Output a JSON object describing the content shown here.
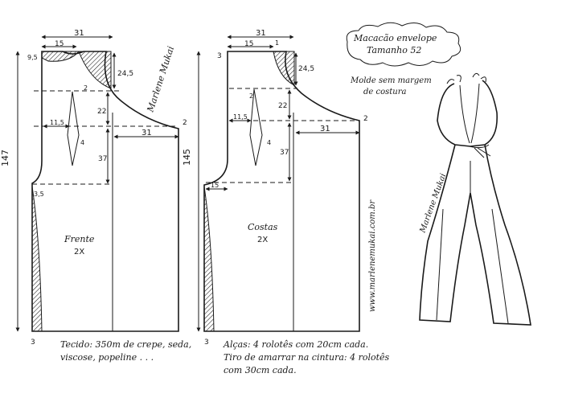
{
  "title": {
    "line1": "Macacão envelope",
    "line2": "Tamanho 52"
  },
  "subtitle": {
    "line1": "Molde sem margem",
    "line2": "de costura"
  },
  "front": {
    "name": "Frente",
    "count": "2X",
    "dims": {
      "top_width": "31",
      "neck_width": "15",
      "neck_drop": "9,5",
      "strap_drop": "24,5",
      "bust_drop": "22",
      "waist_drop": "37",
      "side_width": "31",
      "dart_offset": "11,5",
      "dart_len": "4",
      "side_gap": "2",
      "height": "147",
      "crotch_drop": "3,5",
      "bottom": "3",
      "neck_small": "2"
    }
  },
  "back": {
    "name": "Costas",
    "count": "2X",
    "dims": {
      "top_width": "31",
      "neck_width": "15",
      "top_left": "3",
      "top_mark": "1",
      "strap_drop": "24,5",
      "bust_drop": "22",
      "waist_drop": "37",
      "side_width": "31",
      "dart_offset": "11,5",
      "dart_len": "4",
      "side_gap": "2",
      "height": "145",
      "crotch_width": "15",
      "bottom": "3",
      "dart_small": "2"
    }
  },
  "notes": {
    "fabric": "Tecido: 350m de crepe, seda, viscose, popeline . . .",
    "fabric_line1": "Tecido: 350m de crepe, seda,",
    "fabric_line2": "viscose, popeline . . .",
    "straps_line1": "Alças: 4 rolotês com 20cm cada.",
    "ties_line1": "Tiro de amarrar na cintura: 4 rolotês",
    "ties_line2": "com 30cm cada."
  },
  "website": "www.marlenemukai.com.br",
  "signature": "Marlene Mukai"
}
